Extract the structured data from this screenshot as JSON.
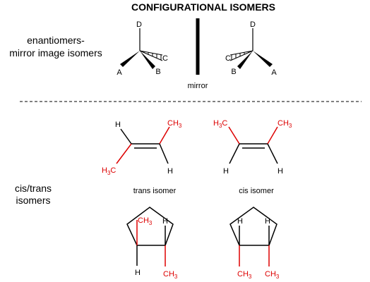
{
  "title": "CONFIGURATIONAL ISOMERS",
  "enantiomers": {
    "label_line1": "enantiomers-",
    "label_line2": "mirror image isomers",
    "mirror_label": "mirror",
    "left": {
      "top": "D",
      "left": "A",
      "right": "B",
      "back": "C"
    },
    "right": {
      "top": "D",
      "left": "B",
      "right": "A",
      "back": "C"
    }
  },
  "cis_trans": {
    "label_line1": "cis/trans",
    "label_line2": "isomers",
    "trans_label": "trans isomer",
    "cis_label": "cis isomer",
    "h": "H",
    "ch3_c": "CH",
    "h3c_c": "H",
    "c": "C",
    "three": "3"
  },
  "colors": {
    "substituent": "#dd0000",
    "bond": "#000000"
  }
}
